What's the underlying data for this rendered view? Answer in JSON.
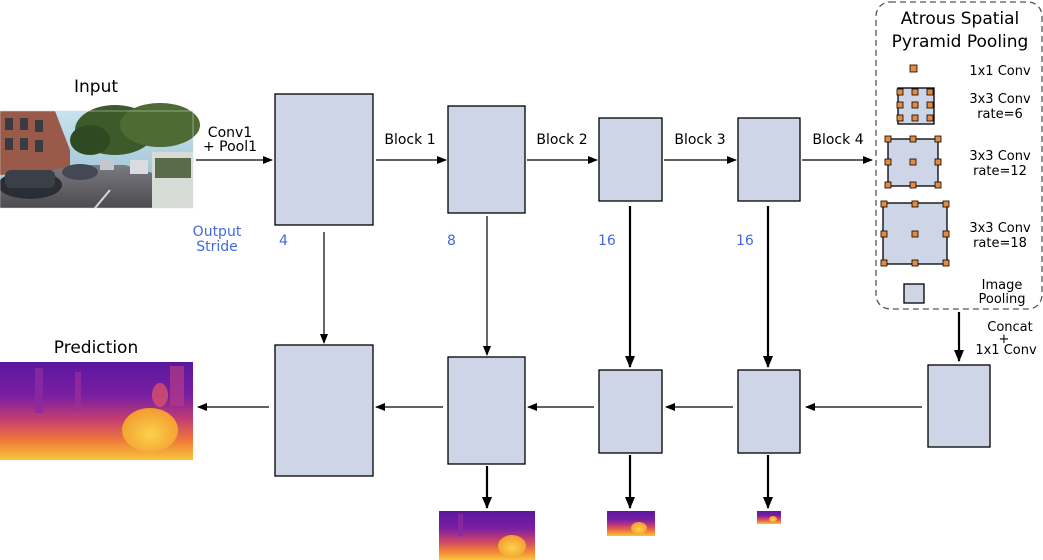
{
  "labels": {
    "input": "Input",
    "prediction": "Prediction",
    "conv1_line1": "Conv1",
    "conv1_line2": "+ Pool1",
    "block1": "Block 1",
    "block2": "Block 2",
    "block3": "Block 3",
    "block4": "Block 4",
    "output_stride_line1": "Output",
    "output_stride_line2": "Stride",
    "concat_line1": "Concat",
    "concat_line2": "+",
    "concat_line3": "1x1 Conv"
  },
  "strides": [
    "4",
    "8",
    "16",
    "16"
  ],
  "aspp": {
    "title_line1": "Atrous Spatial",
    "title_line2": "Pyramid Pooling",
    "items": [
      {
        "line1": "1x1 Conv",
        "line2": ""
      },
      {
        "line1": "3x3 Conv",
        "line2": "rate=6"
      },
      {
        "line1": "3x3 Conv",
        "line2": "rate=12"
      },
      {
        "line1": "3x3 Conv",
        "line2": "rate=18"
      },
      {
        "line1": "Image",
        "line2": "Pooling"
      }
    ]
  },
  "colors": {
    "box_fill": "#cdd5e7",
    "kernel_dot": "#e88a3c",
    "stride_text": "#4169e1",
    "aspp_border": "#555555"
  }
}
